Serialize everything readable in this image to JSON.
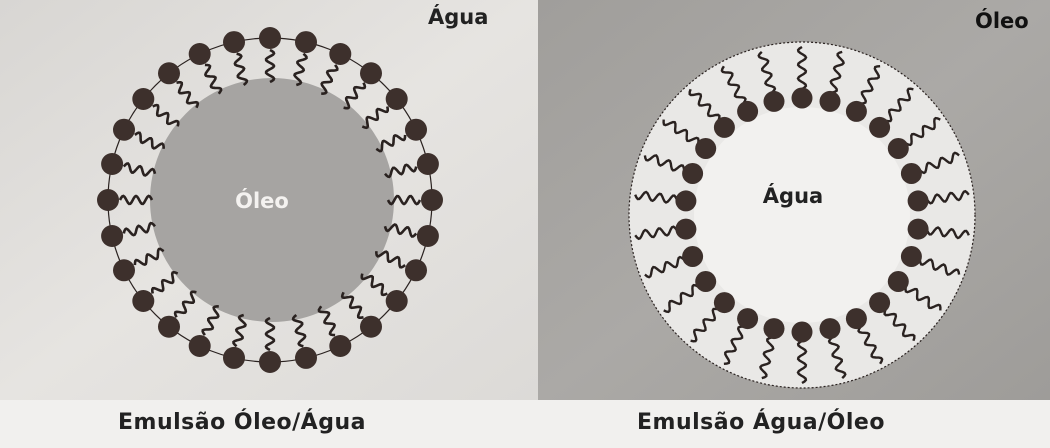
{
  "panels": [
    {
      "id": "oil-in-water",
      "outer_label": "Água",
      "inner_label": "Óleo",
      "caption": "Emulsão Óleo/Água",
      "colors": {
        "background": "#dedcd9",
        "core": "#a6a4a2",
        "heads": "#3d302c",
        "tails": "#2a2220",
        "membrane": "#2a2220"
      }
    },
    {
      "id": "water-in-oil",
      "outer_label": "Óleo",
      "inner_label": "Água",
      "caption": "Emulsão Água/Óleo",
      "colors": {
        "background": "#a7a5a2",
        "core": "#e7e6e4",
        "heads": "#3d302c",
        "tails": "#2a2220",
        "membrane": "#2a2220"
      }
    }
  ]
}
